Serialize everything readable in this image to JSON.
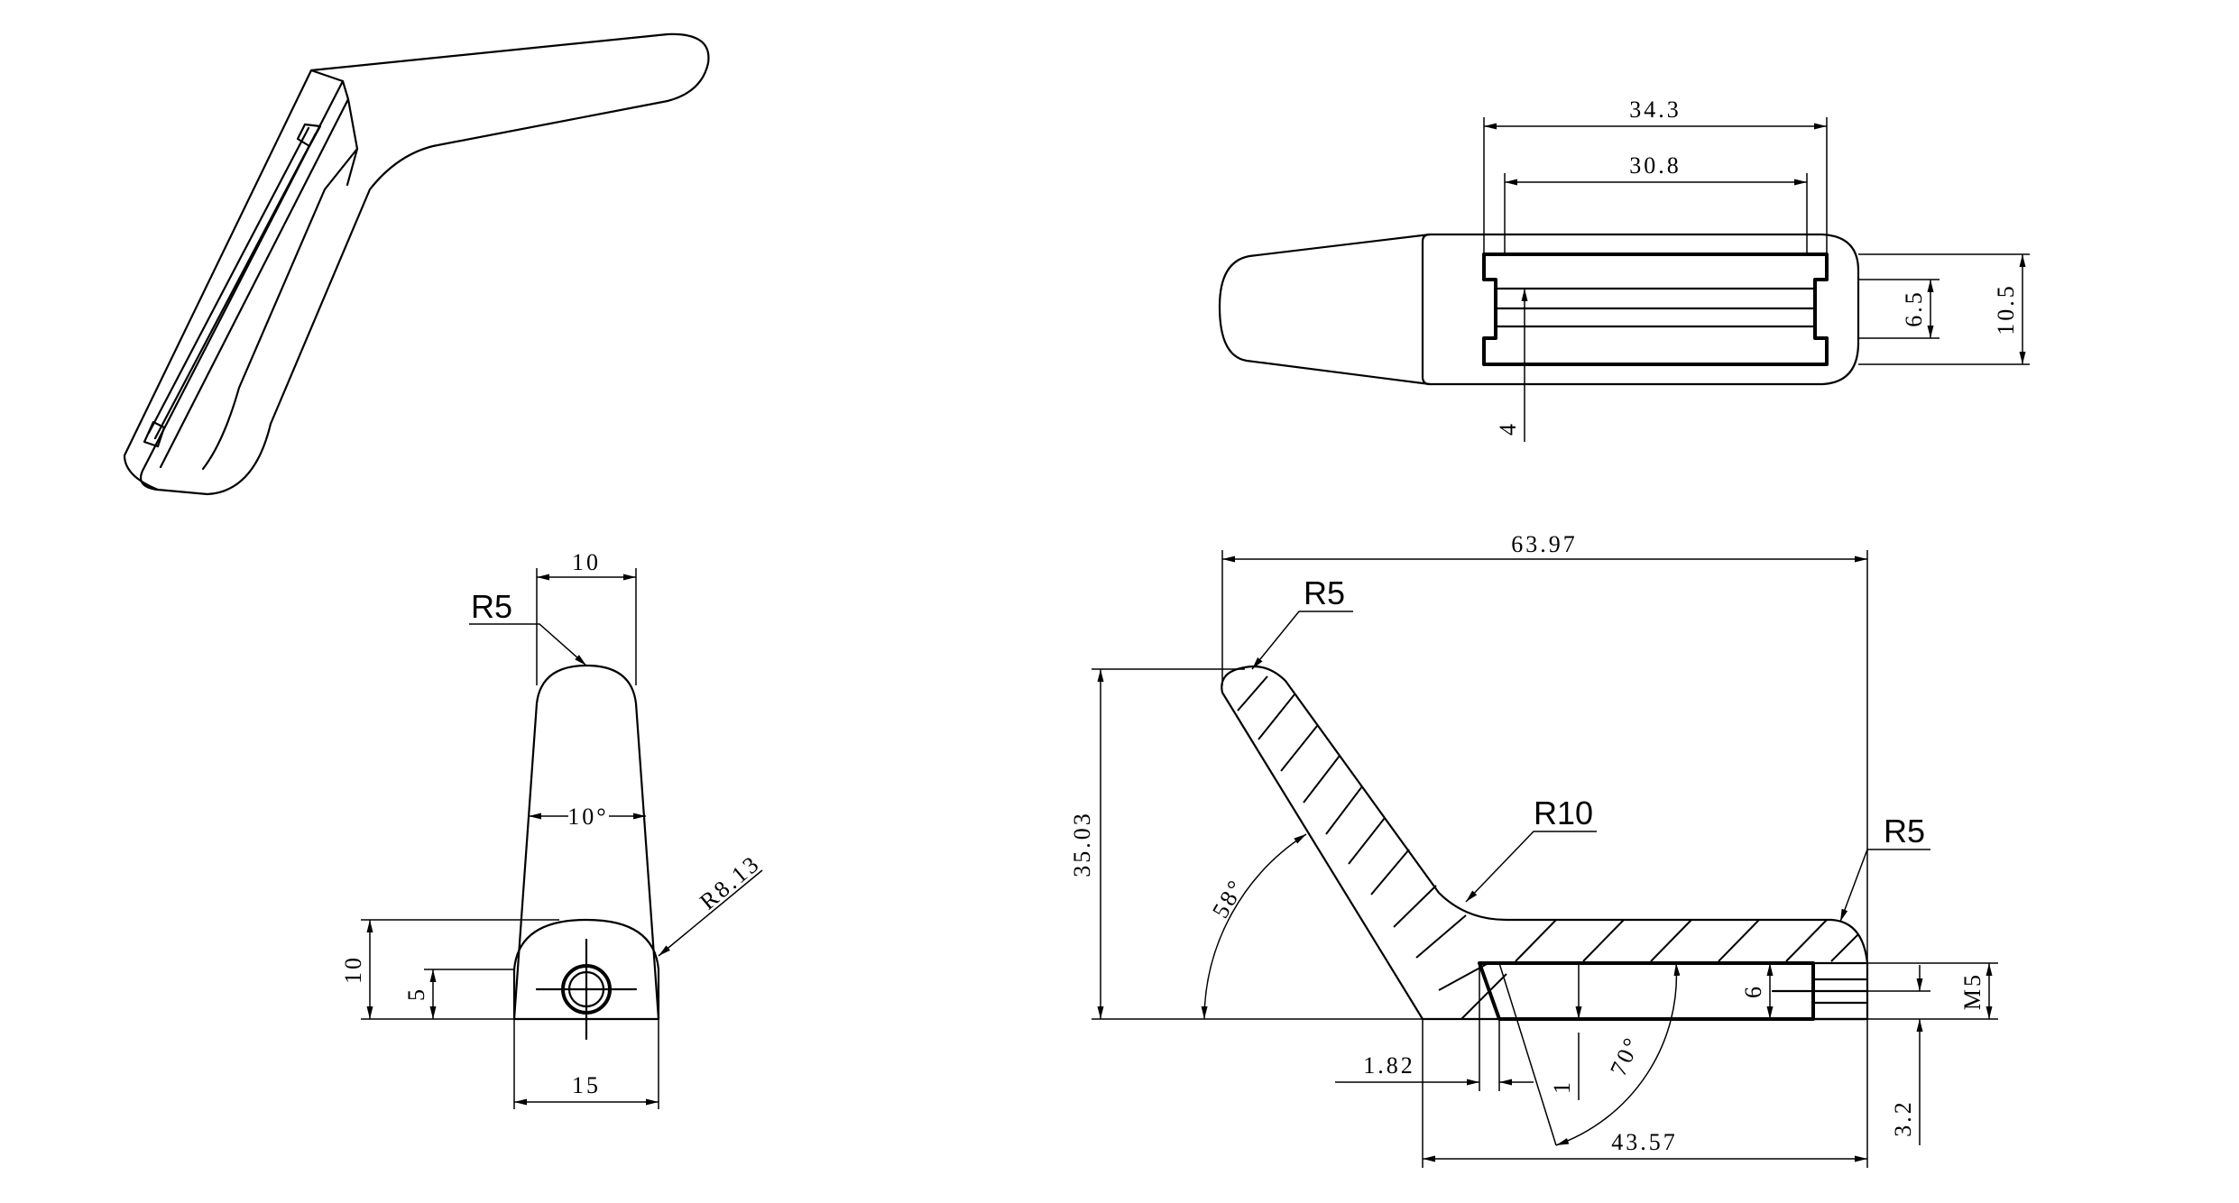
{
  "views": {
    "iso": {},
    "top": {
      "dims": {
        "outer_width": "34.3",
        "inner_width": "30.8",
        "slot_height": "6.5",
        "total_height": "10.5",
        "lip": "4"
      }
    },
    "front": {
      "dims": {
        "top_width": "10",
        "radius_top": "R5",
        "taper_angle": "10°",
        "radius_base": "R8.13",
        "height": "10",
        "hole_center": "5",
        "base_width": "15"
      }
    },
    "section": {
      "dims": {
        "overall_length": "63.97",
        "radius_tip": "R5",
        "radius_bend": "R10",
        "radius_end": "R5",
        "overall_height": "35.03",
        "arm_angle": "58°",
        "chamfer_angle": "70°",
        "offset": "1.82",
        "step": "1",
        "base_length": "43.57",
        "slot_depth": "6",
        "thread": "M5",
        "thread_offset": "3.2"
      }
    }
  }
}
